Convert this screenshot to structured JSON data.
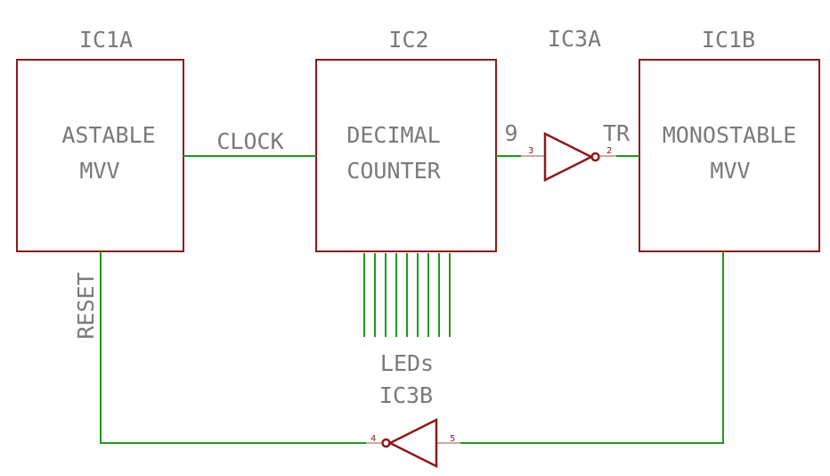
{
  "blocks": {
    "ic1a": {
      "ref": "IC1A",
      "line1": "ASTABLE",
      "line2": "MVV"
    },
    "ic2": {
      "ref": "IC2",
      "line1": "DECIMAL",
      "line2": "COUNTER"
    },
    "ic1b": {
      "ref": "IC1B",
      "line1": "MONOSTABLE",
      "line2": "MVV"
    }
  },
  "gates": {
    "ic3a": {
      "ref": "IC3A",
      "pin_in": "3",
      "pin_out": "2"
    },
    "ic3b": {
      "ref": "IC3B",
      "pin_in": "5",
      "pin_out": "4"
    }
  },
  "signals": {
    "clock": "CLOCK",
    "output9": "9",
    "trigger": "TR",
    "reset": "RESET",
    "leds": "LEDs"
  },
  "colors": {
    "component": "#8b1a1a",
    "wire": "#22961e",
    "label": "#7a7a7a"
  }
}
